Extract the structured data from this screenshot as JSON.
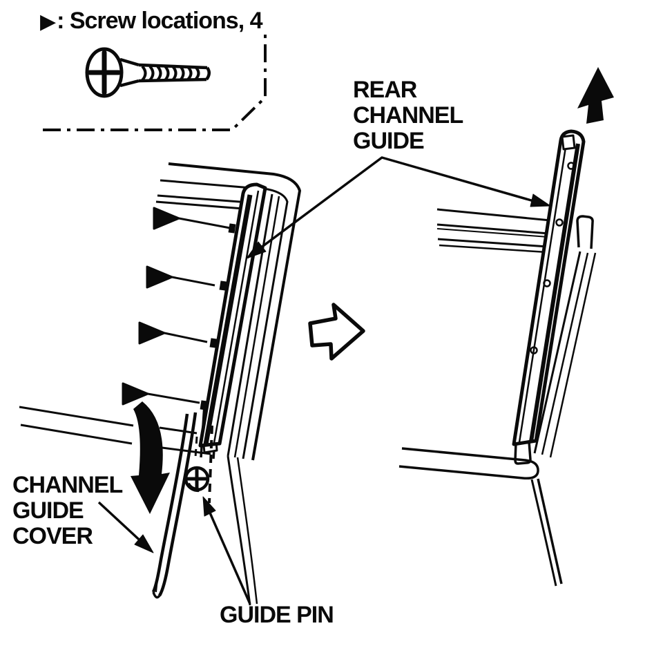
{
  "colors": {
    "ink": "#0a0a0a",
    "background": "#ffffff"
  },
  "legend": {
    "marker": "▶",
    "text": ": Screw locations, 4",
    "count": 4,
    "marker_meaning": "screw-location-marker"
  },
  "labels": {
    "rear_channel_guide": {
      "lines": [
        "REAR",
        "CHANNEL",
        "GUIDE"
      ]
    },
    "channel_guide_cover": {
      "lines": [
        "CHANNEL",
        "GUIDE",
        "COVER"
      ]
    },
    "guide_pin": {
      "text": "GUIDE PIN"
    }
  },
  "icons": {
    "screw_location_marker": "filled-right-triangle",
    "screw": "phillips-countersunk-screw-drawing",
    "swing_down": "thick-curved-down-arrow",
    "transition": "hollow-right-arrow",
    "lift_up": "solid-up-arrow"
  }
}
